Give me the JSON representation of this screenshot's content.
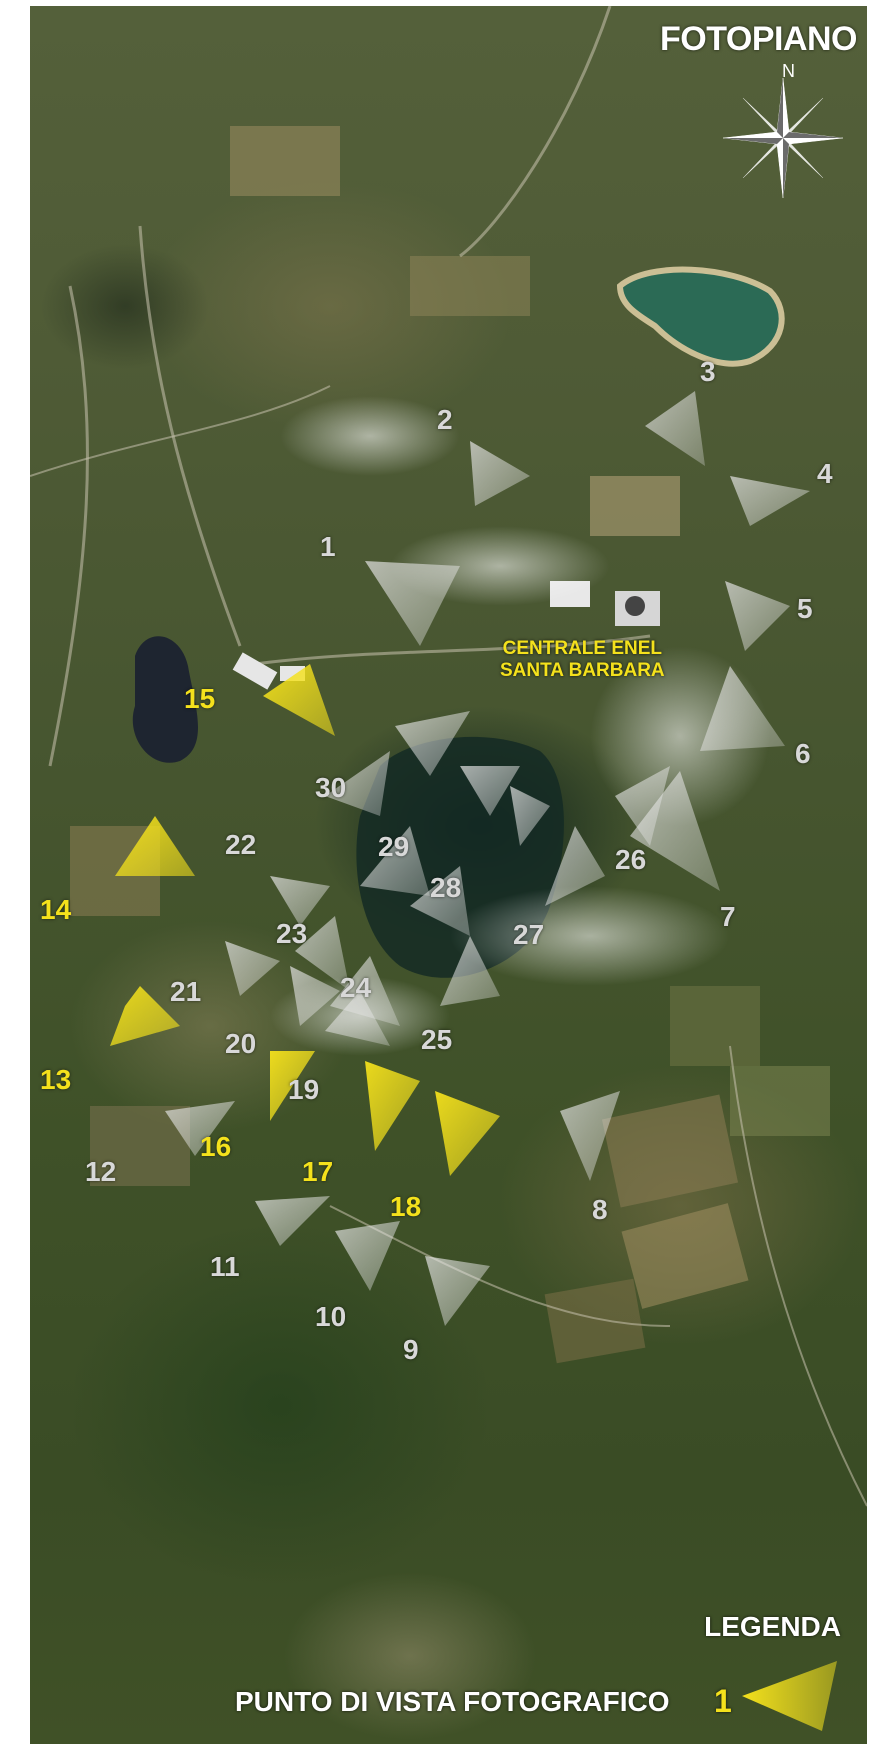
{
  "map": {
    "title": "FOTOPIANO",
    "north": "N",
    "plant_label_line1": "CENTRALE ENEL",
    "plant_label_line2": "SANTA BARBARA",
    "colors": {
      "viewpoint_gray": "#d8d8d8",
      "viewpoint_yellow": "#f4e11c",
      "lake": "#2b6a55",
      "quarry_pit": "#142a24"
    },
    "viewpoints": [
      {
        "label": "1",
        "style": "gray"
      },
      {
        "label": "2",
        "style": "gray"
      },
      {
        "label": "3",
        "style": "gray"
      },
      {
        "label": "4",
        "style": "gray"
      },
      {
        "label": "5",
        "style": "gray"
      },
      {
        "label": "6",
        "style": "gray"
      },
      {
        "label": "7",
        "style": "gray"
      },
      {
        "label": "8",
        "style": "gray"
      },
      {
        "label": "9",
        "style": "gray"
      },
      {
        "label": "10",
        "style": "gray"
      },
      {
        "label": "11",
        "style": "gray"
      },
      {
        "label": "12",
        "style": "gray"
      },
      {
        "label": "13",
        "style": "yellow"
      },
      {
        "label": "14",
        "style": "yellow"
      },
      {
        "label": "15",
        "style": "yellow"
      },
      {
        "label": "16",
        "style": "yellow"
      },
      {
        "label": "17",
        "style": "yellow"
      },
      {
        "label": "18",
        "style": "yellow"
      },
      {
        "label": "19",
        "style": "gray"
      },
      {
        "label": "20",
        "style": "gray"
      },
      {
        "label": "21",
        "style": "gray"
      },
      {
        "label": "22",
        "style": "gray"
      },
      {
        "label": "23",
        "style": "gray"
      },
      {
        "label": "24",
        "style": "gray"
      },
      {
        "label": "25",
        "style": "gray"
      },
      {
        "label": "26",
        "style": "gray"
      },
      {
        "label": "27",
        "style": "gray"
      },
      {
        "label": "28",
        "style": "gray"
      },
      {
        "label": "29",
        "style": "gray"
      },
      {
        "label": "30",
        "style": "gray"
      }
    ]
  },
  "legend": {
    "title": "LEGENDA",
    "item_text": "PUNTO DI VISTA FOTOGRAFICO",
    "item_number": "1"
  }
}
